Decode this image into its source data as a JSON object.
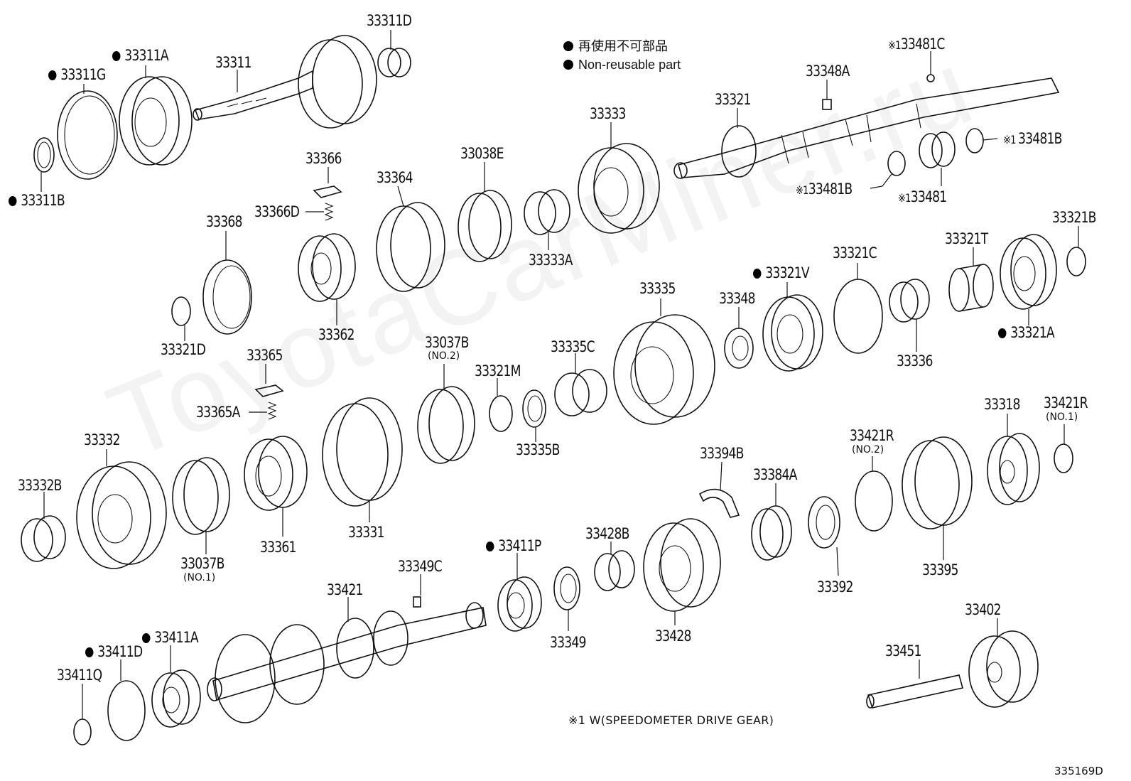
{
  "legend": {
    "jp": "再使用不可部品",
    "en": "Non-reusable part"
  },
  "footnote": "※1 W(SPEEDOMETER DRIVE GEAR)",
  "diagram_code": "335169D",
  "watermark": "ToyotaCarMiner.ru",
  "labels": {
    "l33311D": "33311D",
    "l33311A": "33311A",
    "l33311G": "33311G",
    "l33311": "33311",
    "l33311B": "33311B",
    "l33481C": "33481C",
    "l33348A": "33348A",
    "l33321": "33321",
    "l33333": "33333",
    "l33481B_r": "33481B",
    "l33481B_l": "33481B",
    "l33481": "33481",
    "l33366": "33366",
    "l33366D": "33366D",
    "l33364": "33364",
    "l33038E": "33038E",
    "l33368": "33368",
    "l33333A": "33333A",
    "l33321B": "33321B",
    "l33321T": "33321T",
    "l33321C": "33321C",
    "l33321V": "33321V",
    "l33348": "33348",
    "l33335": "33335",
    "l33362": "33362",
    "l33321D": "33321D",
    "l33321A": "33321A",
    "l33336": "33336",
    "l33365": "33365",
    "l33037B2": "33037B",
    "l33321M": "33321M",
    "l33335C": "33335C",
    "l33365A": "33365A",
    "l33335B": "33335B",
    "l33318": "33318",
    "l33421R1": "33421R",
    "l33421R2": "33421R",
    "l33332": "33332",
    "l33332B": "33332B",
    "l33394B": "33394B",
    "l33384A": "33384A",
    "l33037B1": "33037B",
    "l33361": "33361",
    "l33331": "33331",
    "l33411P": "33411P",
    "l33428B": "33428B",
    "l33349C": "33349C",
    "l33392": "33392",
    "l33395": "33395",
    "l33421": "33421",
    "l33349": "33349",
    "l33428": "33428",
    "l33402": "33402",
    "l33451": "33451",
    "l33411D": "33411D",
    "l33411A": "33411A",
    "l33411Q": "33411Q"
  },
  "sublabels": {
    "no2_a": "(NO.2)",
    "no1_a": "(NO.1)",
    "no2_b": "(NO.2)",
    "no1_b": "(NO.1)"
  },
  "marks": {
    "kome": "※1"
  }
}
